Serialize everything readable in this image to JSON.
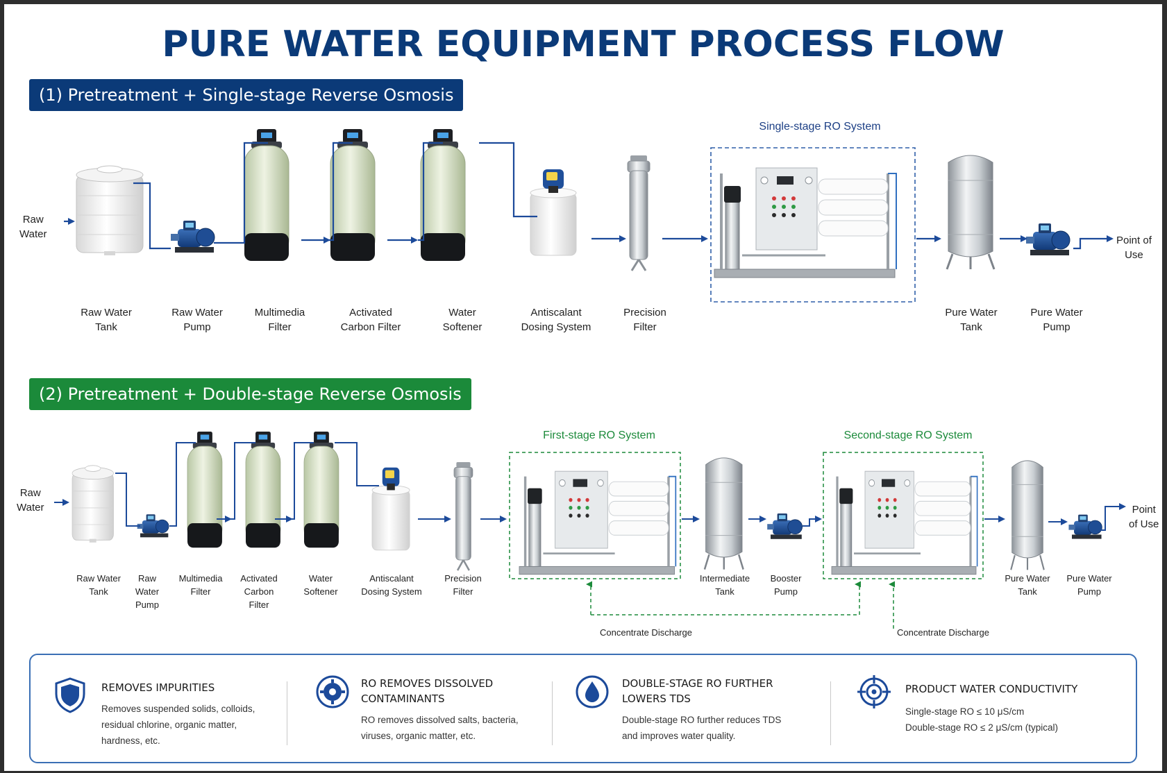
{
  "title": "PURE WATER EQUIPMENT PROCESS FLOW",
  "colors": {
    "navy": "#0b3a78",
    "green": "#1b8a3a",
    "arrow": "#1c4a9a"
  },
  "section1": {
    "banner": "(1) Pretreatment + Single-stage Reverse Osmosis",
    "input": "Raw\nWater",
    "output": "Point of\nUse",
    "ro_label": "Single-stage RO System",
    "labels": [
      "Raw Water\nTank",
      "Raw Water\nPump",
      "Multimedia\nFilter",
      "Activated\nCarbon Filter",
      "Water\nSoftener",
      "Antiscalant\nDosing System",
      "Precision\nFilter",
      "Pure Water\nTank",
      "Pure Water\nPump"
    ]
  },
  "section2": {
    "banner": "(2) Pretreatment + Double-stage Reverse Osmosis",
    "input": "Raw\nWater",
    "output": "Point\nof Use",
    "ro1_label": "First-stage RO System",
    "ro2_label": "Second-stage RO System",
    "labels": [
      "Raw Water\nTank",
      "Raw\nWater\nPump",
      "Multimedia\nFilter",
      "Activated\nCarbon\nFilter",
      "Water\nSoftener",
      "Antiscalant\nDosing System",
      "Precision\nFilter",
      "Intermediate\nTank",
      "Booster\nPump",
      "Pure Water\nTank",
      "Pure Water\nPump"
    ],
    "concentrate1": "Concentrate Discharge",
    "concentrate2": "Concentrate Discharge"
  },
  "info": [
    {
      "icon": "shield-icon",
      "heading": "REMOVES IMPURITIES",
      "text": "Removes suspended solids, colloids,\nresidual chlorine, organic matter,\nhardness, etc."
    },
    {
      "icon": "gear-icon",
      "heading": "RO REMOVES DISSOLVED\nCONTAMINANTS",
      "text": "RO removes dissolved salts, bacteria,\nviruses, organic matter, etc."
    },
    {
      "icon": "water-drop-icon",
      "heading": "DOUBLE-STAGE RO FURTHER\nLOWERS TDS",
      "text": "Double-stage RO further reduces TDS\nand improves water quality."
    },
    {
      "icon": "target-icon",
      "heading": "PRODUCT WATER CONDUCTIVITY",
      "text": "Single-stage RO ≤ 10 μS/cm\nDouble-stage RO ≤ 2 μS/cm (typical)"
    }
  ]
}
